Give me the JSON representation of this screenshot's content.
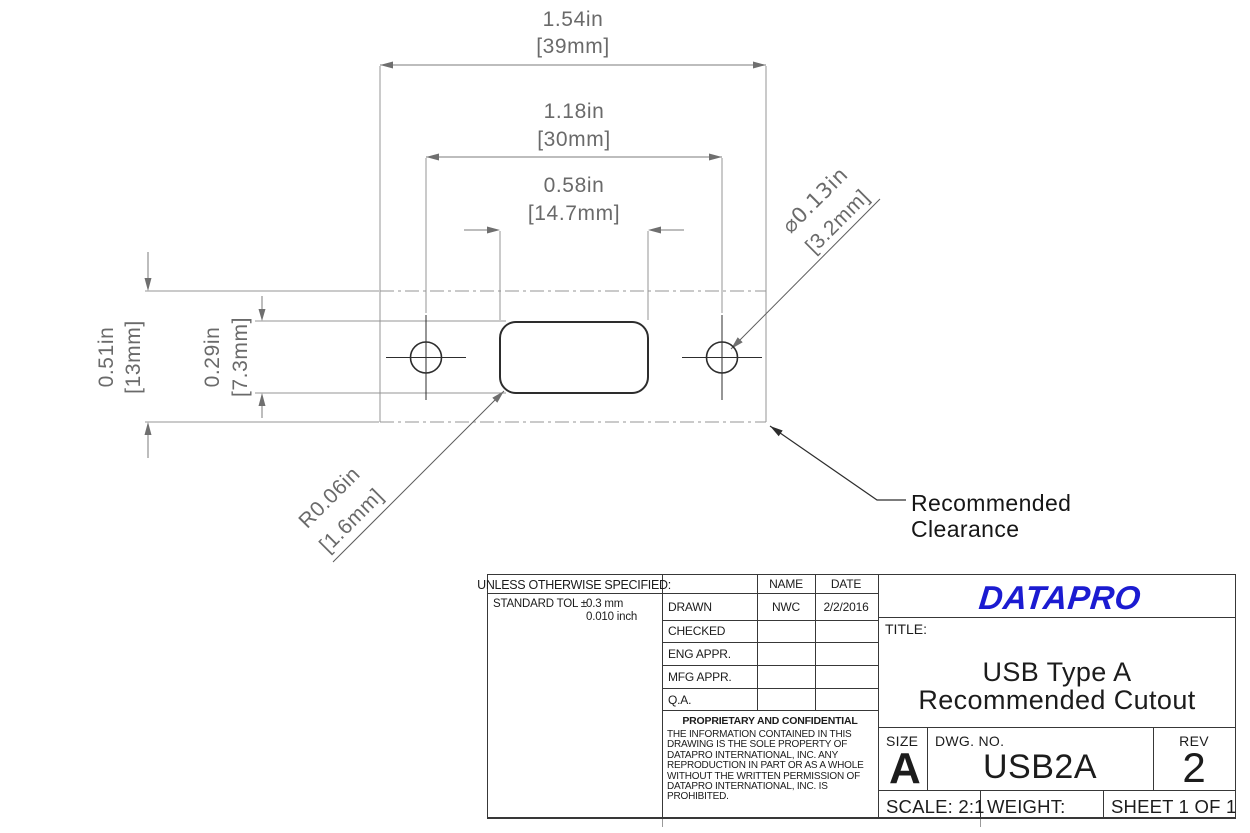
{
  "drawing": {
    "dimensions": {
      "overall_width": {
        "inches": "1.54in",
        "mm": "[39mm]"
      },
      "hole_spacing": {
        "inches": "1.18in",
        "mm": "[30mm]"
      },
      "cutout_width": {
        "inches": "0.58in",
        "mm": "[14.7mm]"
      },
      "overall_height": {
        "inches": "0.51in",
        "mm": "[13mm]"
      },
      "cutout_height": {
        "inches": "0.29in",
        "mm": "[7.3mm]"
      },
      "hole_diameter": {
        "inches": "⌀0.13in",
        "mm": "[3.2mm]"
      },
      "corner_radius": {
        "inches": "R0.06in",
        "mm": "[1.6mm]"
      }
    },
    "annotations": {
      "clearance_line1": "Recommended",
      "clearance_line2": "Clearance"
    },
    "colors": {
      "line_gray": "#949494",
      "line_dark": "#2d2d2d",
      "dim_text": "#6a6a6a"
    }
  },
  "title_block": {
    "tolerance": {
      "header": "UNLESS OTHERWISE SPECIFIED:",
      "label": "STANDARD TOL ±",
      "value_mm": "0.3 mm",
      "value_inch": "0.010 inch"
    },
    "approvals": {
      "name_header": "NAME",
      "date_header": "DATE",
      "rows": [
        {
          "label": "DRAWN",
          "name": "NWC",
          "date": "2/2/2016"
        },
        {
          "label": "CHECKED",
          "name": "",
          "date": ""
        },
        {
          "label": "ENG APPR.",
          "name": "",
          "date": ""
        },
        {
          "label": "MFG APPR.",
          "name": "",
          "date": ""
        },
        {
          "label": "Q.A.",
          "name": "",
          "date": ""
        }
      ]
    },
    "proprietary": {
      "header": "PROPRIETARY AND CONFIDENTIAL",
      "body": "THE INFORMATION CONTAINED IN THIS\nDRAWING IS THE SOLE PROPERTY OF\nDATAPRO INTERNATIONAL, INC.  ANY\nREPRODUCTION IN PART OR AS A WHOLE\nWITHOUT THE WRITTEN PERMISSION OF\nDATAPRO INTERNATIONAL, INC. IS\nPROHIBITED."
    },
    "logo": "DATAPRO",
    "logo_color": "#1b1bd1",
    "title_label": "TITLE:",
    "title_line1": "USB Type A",
    "title_line2": "Recommended Cutout",
    "size_label": "SIZE",
    "size_value": "A",
    "dwg_label": "DWG.  NO.",
    "dwg_value": "USB2A",
    "rev_label": "REV",
    "rev_value": "2",
    "scale": "SCALE: 2:1",
    "weight": "WEIGHT:",
    "sheet": "SHEET 1 OF 1"
  }
}
